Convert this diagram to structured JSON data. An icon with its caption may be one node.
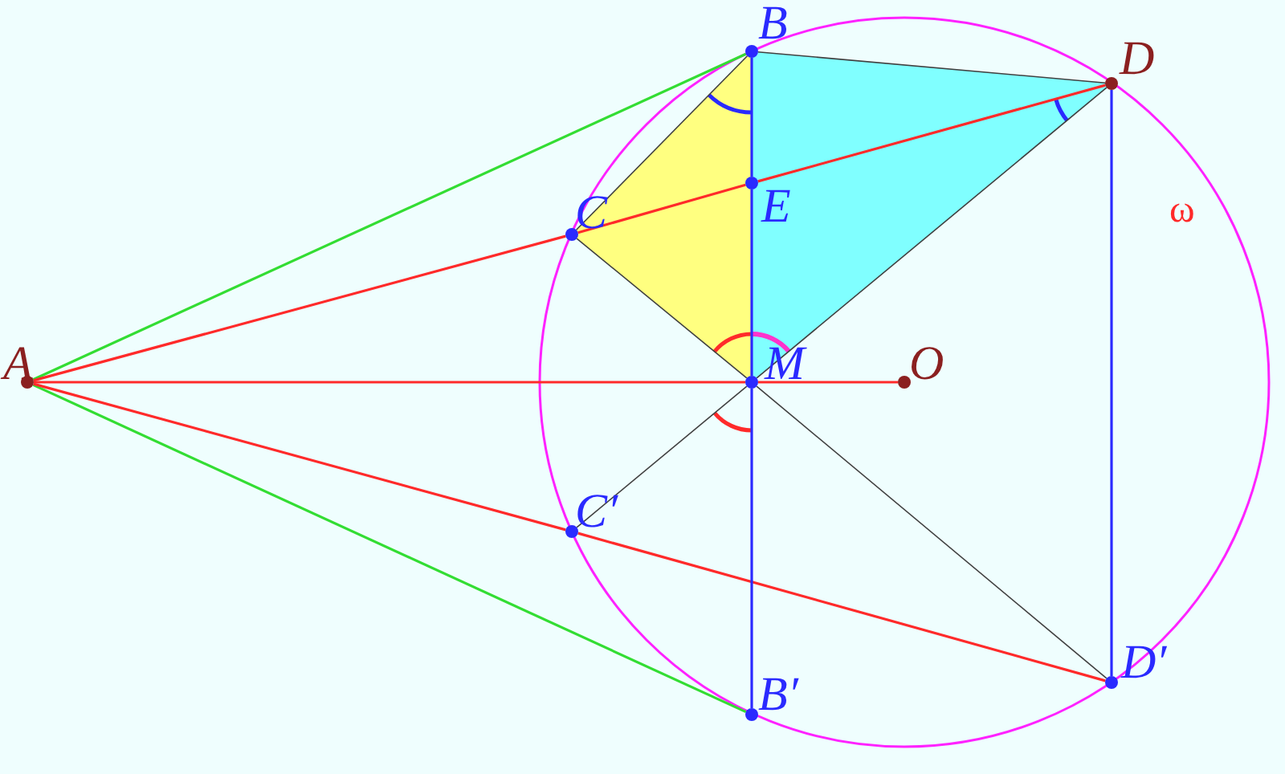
{
  "diagram": {
    "nodes": [
      {
        "text": [],
        "shape": "circle",
        "beside": [
          "B"
        ]
      },
      {
        "text": [],
        "shape": "circle",
        "beside": [
          "D"
        ]
      },
      {
        "text": [],
        "shape": "circle",
        "beside": [
          "E"
        ]
      },
      {
        "text": [],
        "shape": "circle",
        "beside": [
          "C"
        ]
      },
      {
        "text": [],
        "shape": "circle",
        "beside": [
          "A"
        ]
      },
      {
        "text": [],
        "shape": "circle",
        "beside": [
          "M"
        ]
      },
      {
        "text": [],
        "shape": "circle",
        "beside": [
          "O"
        ]
      },
      {
        "text": [],
        "shape": "circle",
        "beside": [
          "C′"
        ]
      },
      {
        "text": [],
        "shape": "circle",
        "beside": [
          "D′"
        ]
      },
      {
        "text": [],
        "shape": "circle",
        "beside": [
          "B′"
        ]
      }
    ],
    "edges": [
      {
        "from": 4,
        "to": 0,
        "arrow": "none",
        "color": "#33dd33"
      },
      {
        "from": 4,
        "to": 9,
        "arrow": "none",
        "color": "#33dd33"
      },
      {
        "from": 4,
        "to": 3,
        "arrow": "none"
      },
      {
        "from": 3,
        "to": 2,
        "arrow": "none"
      },
      {
        "from": 2,
        "to": 1,
        "arrow": "none"
      },
      {
        "from": 4,
        "to": 5,
        "arrow": "none"
      },
      {
        "from": 5,
        "to": 6,
        "arrow": "none"
      },
      {
        "from": 4,
        "to": 7,
        "arrow": "none"
      },
      {
        "from": 7,
        "to": 8,
        "arrow": "none"
      },
      {
        "from": 0,
        "to": 2,
        "arrow": "none",
        "color": "#2a2aff"
      },
      {
        "from": 2,
        "to": 5,
        "arrow": "none",
        "color": "#2a2aff"
      },
      {
        "from": 5,
        "to": 9,
        "arrow": "none",
        "color": "#2a2aff"
      },
      {
        "from": 1,
        "to": 8,
        "arrow": "none",
        "color": "#2a2aff"
      },
      {
        "from": 0,
        "to": 1,
        "arrow": "none",
        "color": "#404040"
      },
      {
        "from": 0,
        "to": 3,
        "arrow": "none",
        "color": "#404040"
      },
      {
        "from": 3,
        "to": 5,
        "arrow": "none",
        "color": "#404040"
      },
      {
        "from": 5,
        "to": 1,
        "arrow": "none",
        "color": "#404040"
      },
      {
        "from": 7,
        "to": 5,
        "arrow": "none",
        "color": "#404040"
      },
      {
        "from": 5,
        "to": 8,
        "arrow": "none",
        "color": "#404040"
      }
    ],
    "labels": [
      "ω"
    ]
  }
}
